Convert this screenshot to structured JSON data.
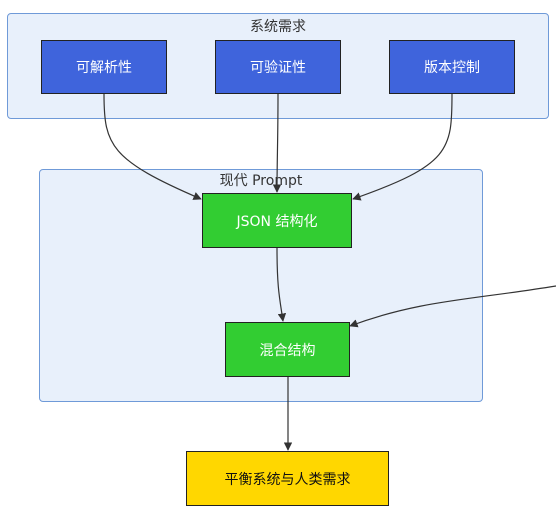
{
  "clusters": {
    "requirements": {
      "label": "系统需求"
    },
    "modern": {
      "label": "现代 Prompt"
    }
  },
  "nodes": {
    "interpretability": "可解析性",
    "verifiability": "可验证性",
    "version_control": "版本控制",
    "json_structured": "JSON 结构化",
    "hybrid_structure": "混合结构",
    "balance": "平衡系统与人类需求"
  },
  "colors": {
    "cluster_fill": "#e8f0fb",
    "cluster_border": "#6f9ad8",
    "requirement_node": "#3f64dc",
    "modern_node": "#32cd32",
    "result_node": "#ffd700",
    "edge": "#333333"
  }
}
